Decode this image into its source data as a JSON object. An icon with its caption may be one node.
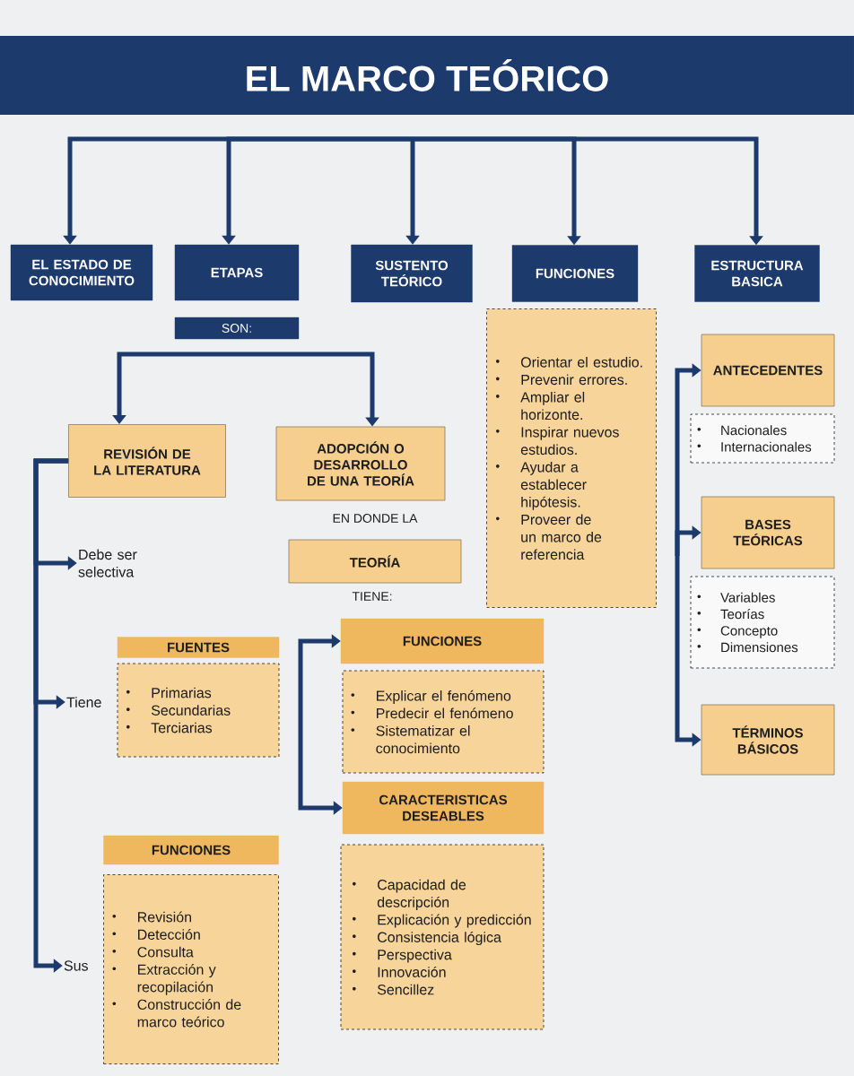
{
  "diagram": {
    "title": "EL MARCO TEÓRICO",
    "nodes": [
      {
        "text": [
          "EL ESTADO DE CONOCIMIENTO"
        ]
      },
      {
        "text": [
          "ETAPAS"
        ]
      },
      {
        "text": [
          "SUSTENTO TEÓRICO"
        ]
      },
      {
        "text": [
          "FUNCIONES"
        ]
      },
      {
        "text": [
          "ESTRUCTURA BASICA"
        ]
      },
      {
        "text": [
          "SON:"
        ]
      },
      {
        "text": [
          "Orientar el estudio.",
          "Prevenir errores.",
          "Ampliar el horizonte.",
          "Inspirar nuevos estudios.",
          "Ayudar a establecer hipótesis.",
          "Proveer de un marco de referencia"
        ]
      },
      {
        "text": [
          "ANTECEDENTES"
        ]
      },
      {
        "text": [
          "Nacionales",
          "Internacionales"
        ]
      },
      {
        "text": [
          "REVISIÓN DE LA LITERATURA"
        ]
      },
      {
        "text": [
          "ADOPCIÓN O DESARROLLO DE UNA TEORÍA"
        ]
      },
      {
        "text": [
          "BASES TEÓRICAS"
        ]
      },
      {
        "text": [
          "Variables",
          "Teorías",
          "Concepto",
          "Dimensiones"
        ]
      },
      {
        "text": [
          "TEORÍA"
        ]
      },
      {
        "text": [
          "Debe ser selectiva"
        ]
      },
      {
        "text": [
          "FUENTES"
        ]
      },
      {
        "text": [
          "FUNCIONES"
        ]
      },
      {
        "text": [
          "Primarias",
          "Secundarias",
          "Terciarias"
        ]
      },
      {
        "text": [
          "Explicar el fenómeno",
          "Predecir el fenómeno",
          "Sistematizar el conocimiento"
        ]
      },
      {
        "text": [
          "Tiene"
        ]
      },
      {
        "text": [
          "TÉRMINOS BÁSICOS"
        ]
      },
      {
        "text": [
          "CARACTERISTICAS DESEABLES"
        ]
      },
      {
        "text": [
          "FUNCIONES"
        ]
      },
      {
        "text": [
          "Capacidad de descripción",
          "Explicación y predicción",
          "Consistencia lógica",
          "Perspectiva",
          "Innovación",
          "Sencillez"
        ]
      },
      {
        "text": [
          "Revisión",
          "Detección",
          "Consulta",
          "Extracción y recopilación",
          "Construcción de marco teórico"
        ]
      },
      {
        "text": [
          "Sus"
        ]
      }
    ],
    "edges": [
      {
        "from": null,
        "to": 0,
        "arrow": "to"
      },
      {
        "from": null,
        "to": 1,
        "arrow": "to"
      },
      {
        "from": null,
        "to": 2,
        "arrow": "to"
      },
      {
        "from": null,
        "to": 3,
        "arrow": "to"
      },
      {
        "from": null,
        "to": 4,
        "arrow": "to"
      },
      {
        "from": null,
        "to": 9,
        "arrow": "to"
      },
      {
        "from": null,
        "to": 10,
        "arrow": "to"
      },
      {
        "from": 9,
        "to": 14,
        "arrow": "to"
      },
      {
        "from": 9,
        "to": 19,
        "arrow": "to"
      },
      {
        "from": 9,
        "to": 25,
        "arrow": "to"
      },
      {
        "from": null,
        "to": 16,
        "arrow": "to"
      },
      {
        "from": null,
        "to": 21,
        "arrow": "to"
      },
      {
        "from": null,
        "to": 7,
        "arrow": "to"
      },
      {
        "from": null,
        "to": 11,
        "arrow": "to"
      },
      {
        "from": null,
        "to": 20,
        "arrow": "to"
      }
    ],
    "labels": [
      "EN DONDE LA",
      "TIENE:"
    ]
  }
}
